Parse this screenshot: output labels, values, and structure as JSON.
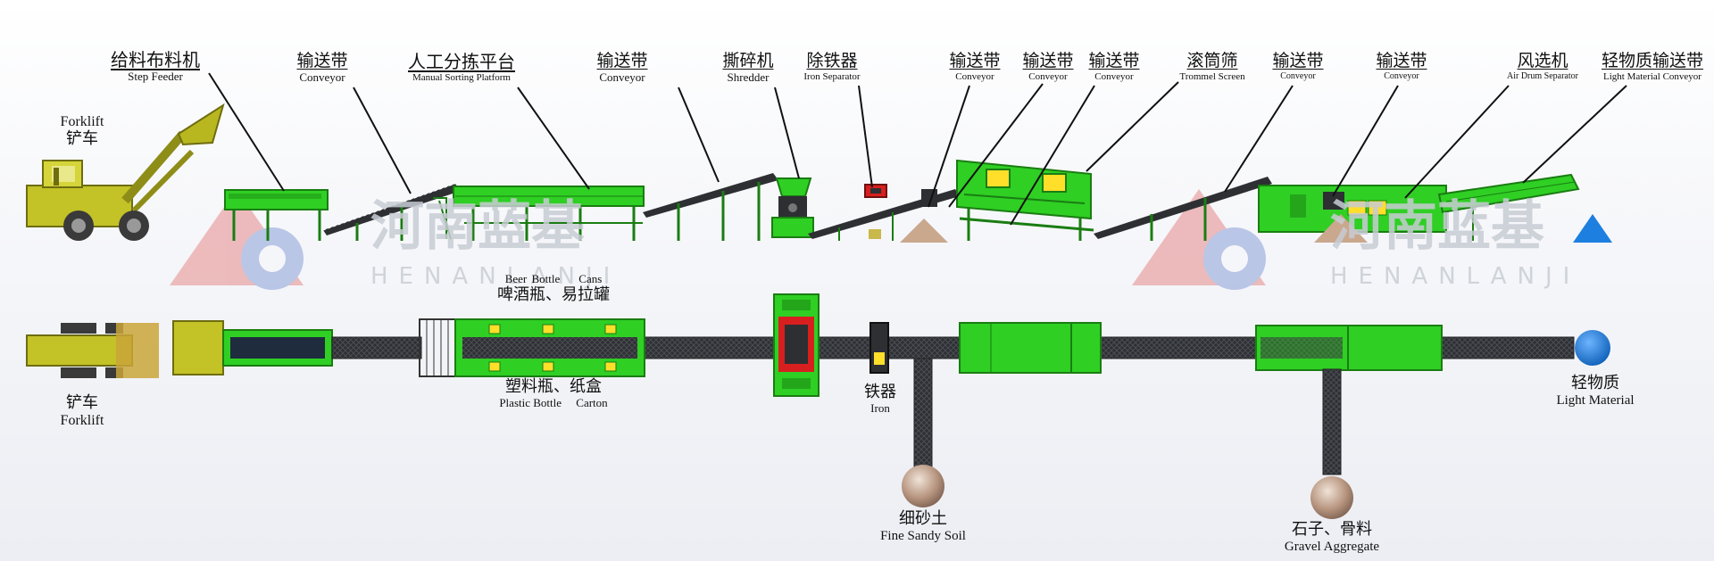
{
  "watermark": {
    "brand_cn": "河南蓝基",
    "brand_en": "HENANLANJI"
  },
  "side_view": {
    "forklift": {
      "en": "Forklift",
      "zh": "铲车"
    },
    "equipment": [
      {
        "zh": "给料布料机",
        "en": "Step Feeder"
      },
      {
        "zh": "输送带",
        "en": "Conveyor"
      },
      {
        "zh": "人工分拣平台",
        "en": "Manual Sorting Platform"
      },
      {
        "zh": "输送带",
        "en": "Conveyor"
      },
      {
        "zh": "撕碎机",
        "en": "Shredder"
      },
      {
        "zh": "除铁器",
        "en": "Iron Separator"
      },
      {
        "zh": "输送带",
        "en": "Conveyor"
      },
      {
        "zh": "输送带",
        "en": "Conveyor"
      },
      {
        "zh": "输送带",
        "en": "Conveyor"
      },
      {
        "zh": "滚筒筛",
        "en": "Trommel Screen"
      },
      {
        "zh": "输送带",
        "en": "Conveyor"
      },
      {
        "zh": "输送带",
        "en": "Conveyor"
      },
      {
        "zh": "风选机",
        "en": "Air Drum Separator"
      },
      {
        "zh": "轻物质输送带",
        "en": "Light Material Conveyor"
      }
    ]
  },
  "top_view": {
    "forklift": {
      "zh": "铲车",
      "en": "Forklift"
    },
    "outputs": [
      {
        "en1": "Beer Bottle",
        "en2": "Cans",
        "zh": "啤酒瓶、易拉罐"
      },
      {
        "zh": "塑料瓶、纸盒",
        "en1": "Plastic Bottle",
        "en2": "Carton"
      },
      {
        "zh": "铁器",
        "en": "Iron"
      },
      {
        "zh": "细砂土",
        "en": "Fine Sandy Soil"
      },
      {
        "zh": "石子、骨料",
        "en": "Gravel Aggregate"
      },
      {
        "zh": "轻物质",
        "en": "Light Material"
      }
    ]
  },
  "colors": {
    "machine_green": "#2fcf24",
    "dark_green": "#1a7d12",
    "belt_dark": "#2d2f33",
    "loader_yellow": "#c3c227",
    "shredder_red": "#d81f1f",
    "blue_pile": "#1d7fe0",
    "sand_pile": "#c9a88e",
    "watermark_red": "#e58a8a",
    "watermark_blue": "#8a9fd8"
  }
}
